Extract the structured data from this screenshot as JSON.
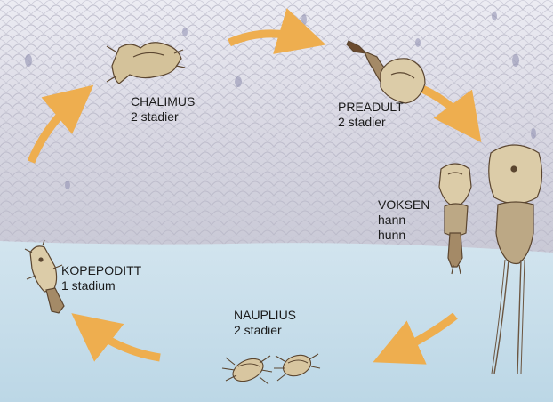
{
  "stages": {
    "chalimus": {
      "name": "CHALIMUS",
      "detail": "2 stadier"
    },
    "preadult": {
      "name": "PREADULT",
      "detail": "2 stadier"
    },
    "voksen": {
      "name": "VOKSEN",
      "male": "hann",
      "female": "hunn"
    },
    "nauplius": {
      "name": "NAUPLIUS",
      "detail": "2 stadier"
    },
    "kopepoditt": {
      "name": "KOPEPODITT",
      "detail": "1 stadium"
    }
  },
  "colors": {
    "arrow": "#eeae4f",
    "louse_body": "#d4c29a",
    "louse_outline": "#5b4630",
    "water_top": "#e8f1f6",
    "water_bottom": "#c4dde9",
    "skin": "#d4d4e0"
  }
}
